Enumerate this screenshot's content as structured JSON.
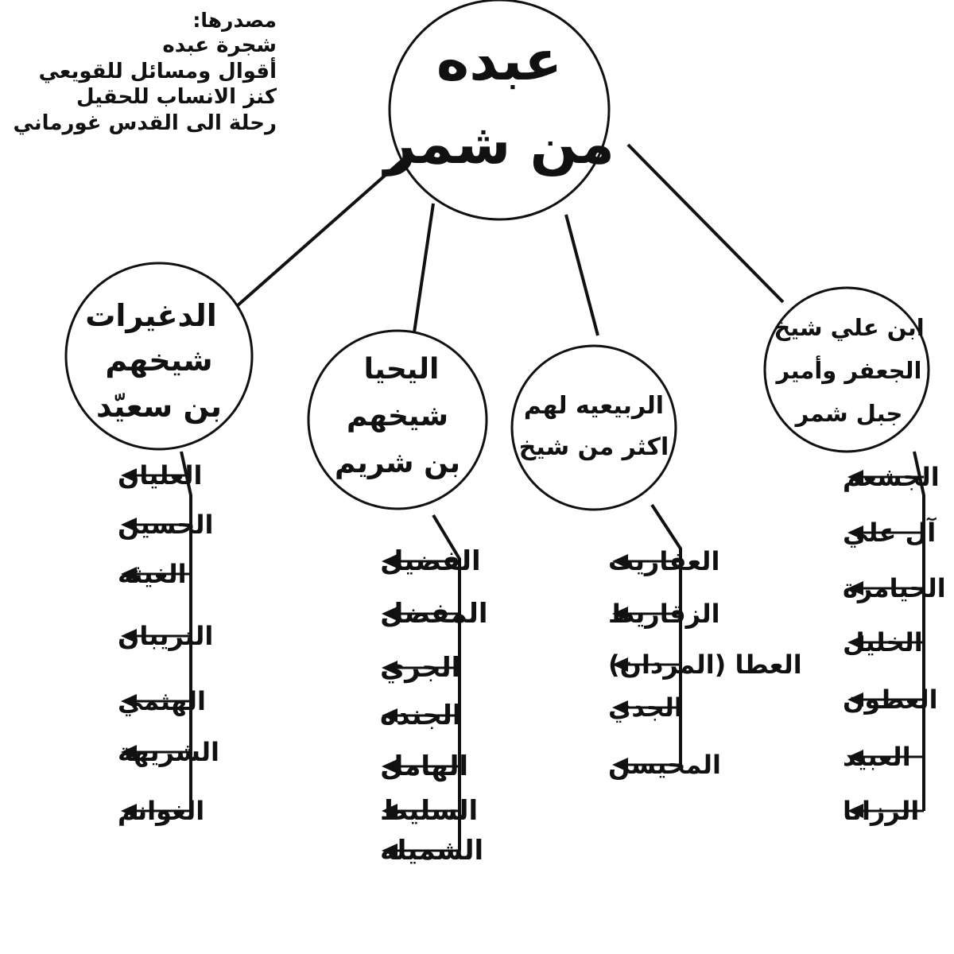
{
  "sources": {
    "heading": "مصدرها:",
    "items": [
      "شجرة عبده",
      "أقوال ومسائل للقويعي",
      "كنز الانساب للحقيل",
      "رحلة الى القدس غورماني"
    ]
  },
  "root": {
    "lines": [
      "عبده",
      "من شمر"
    ]
  },
  "branches": [
    {
      "lines": [
        "الدغيرات",
        "شيخهم",
        "بن سعيّد"
      ],
      "children": [
        "العليان",
        "الحسين",
        "الغيثه",
        "التريبان",
        "الهثمي",
        "الشريهة",
        "الغوانم"
      ]
    },
    {
      "lines": [
        "اليحيا",
        "شيخهم",
        "بن شريم"
      ],
      "children": [
        "الفضيل",
        "المفضل",
        "الجري",
        "الجنده",
        "الهامل",
        "السليط",
        "الشميله"
      ]
    },
    {
      "lines": [
        "الربيعيه لهم",
        "اكثر من شيخ"
      ],
      "children": [
        "العفاريت",
        "الزقاريط",
        "العطا (المردان)",
        "الجدي",
        "المحيسن"
      ]
    },
    {
      "lines": [
        "ابن علي شيخ",
        "الجعفر وأمير",
        "جبل شمر"
      ],
      "children": [
        "الجشعم",
        "آل علي",
        "الحيامرة",
        "الخليل",
        "العطون",
        "العبيد",
        "الرزانا"
      ]
    }
  ]
}
